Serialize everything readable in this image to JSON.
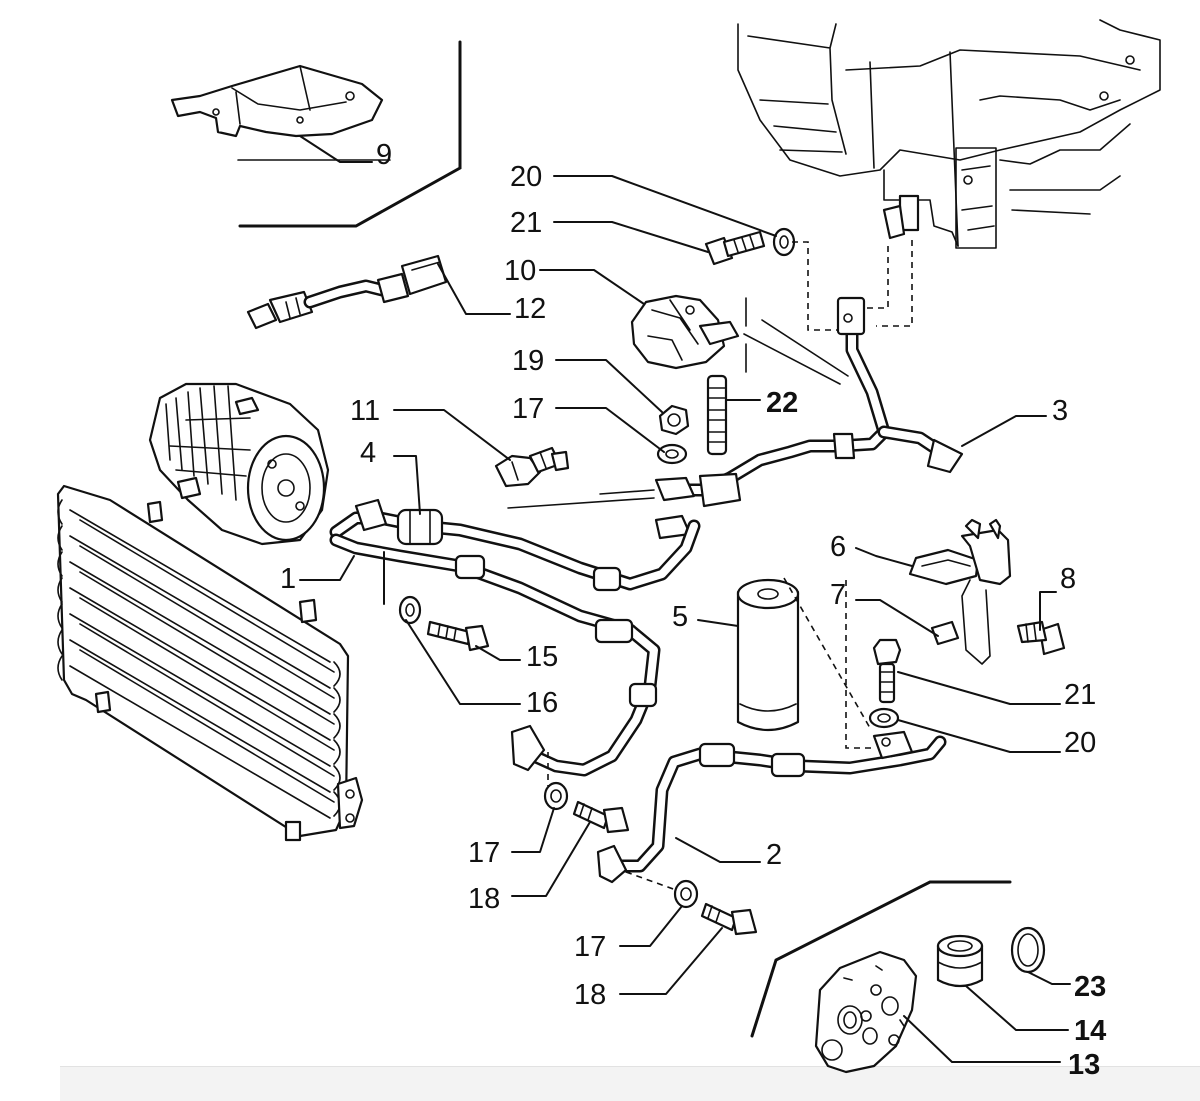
{
  "diagram": {
    "callouts": [
      {
        "id": "1",
        "label": "1"
      },
      {
        "id": "2",
        "label": "2"
      },
      {
        "id": "3",
        "label": "3"
      },
      {
        "id": "4",
        "label": "4"
      },
      {
        "id": "5",
        "label": "5"
      },
      {
        "id": "6",
        "label": "6"
      },
      {
        "id": "7",
        "label": "7"
      },
      {
        "id": "8",
        "label": "8"
      },
      {
        "id": "9",
        "label": "9"
      },
      {
        "id": "10",
        "label": "10"
      },
      {
        "id": "11",
        "label": "11"
      },
      {
        "id": "12",
        "label": "12"
      },
      {
        "id": "13",
        "label": "13"
      },
      {
        "id": "14",
        "label": "14"
      },
      {
        "id": "15",
        "label": "15"
      },
      {
        "id": "16",
        "label": "16"
      },
      {
        "id": "17a",
        "label": "17"
      },
      {
        "id": "17b",
        "label": "17"
      },
      {
        "id": "17c",
        "label": "17"
      },
      {
        "id": "18a",
        "label": "18"
      },
      {
        "id": "18b",
        "label": "18"
      },
      {
        "id": "19",
        "label": "19"
      },
      {
        "id": "20a",
        "label": "20"
      },
      {
        "id": "20b",
        "label": "20"
      },
      {
        "id": "21a",
        "label": "21"
      },
      {
        "id": "21b",
        "label": "21"
      },
      {
        "id": "22",
        "label": "22"
      },
      {
        "id": "23",
        "label": "23"
      }
    ]
  }
}
